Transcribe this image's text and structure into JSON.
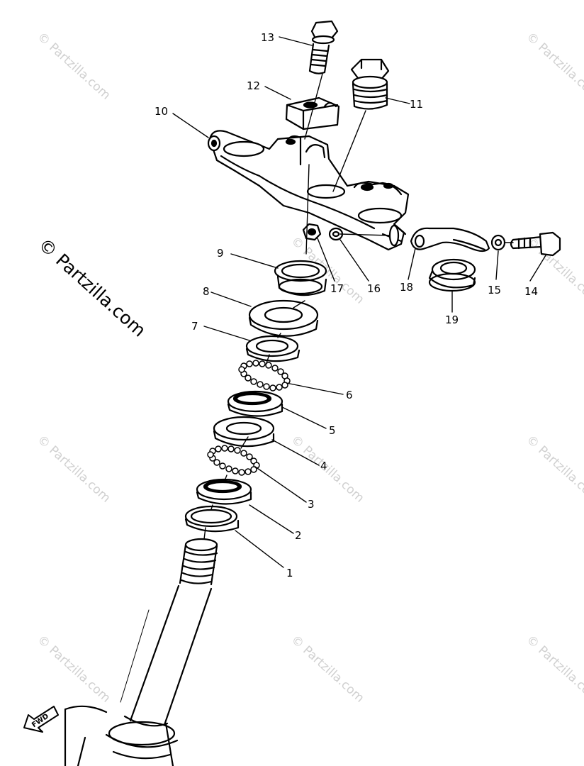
{
  "watermarks": {
    "small": "© Partzilla.com",
    "large": "© Partzilla.com"
  },
  "fwd_label": "FWD",
  "callouts": [
    "1",
    "2",
    "3",
    "4",
    "5",
    "6",
    "7",
    "8",
    "9",
    "10",
    "11",
    "12",
    "13",
    "14",
    "15",
    "16",
    "17",
    "18",
    "19"
  ]
}
